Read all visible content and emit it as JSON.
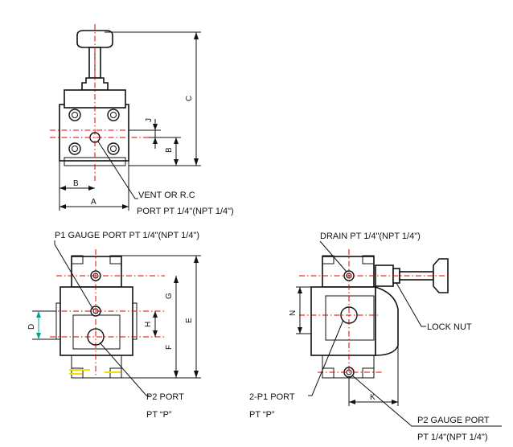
{
  "labels": {
    "vent_port_line1": "VENT OR R.C",
    "vent_port_line2": "PORT PT 1/4\"(NPT 1/4\")",
    "p1_gauge_port": "P1 GAUGE   PORT   PT 1/4\"(NPT 1/4\")",
    "drain_port": "DRAIN PT 1/4\"(NPT 1/4\")",
    "lock_nut": "LOCK NUT",
    "p2_port": "P2 PORT",
    "p2_port_thread": "PT “P”",
    "two_p1_port": "2-P1 PORT",
    "two_p1_port_thread": "PT “P”",
    "p2_gauge_port": "P2 GAUGE PORT",
    "p2_gauge_port_thread": "PT 1/4\"(NPT 1/4\")"
  },
  "dimensions": {
    "top_view": {
      "C": "C",
      "J": "J",
      "B_right": "B",
      "B_bottom": "B",
      "A": "A"
    },
    "front_view": {
      "G": "G",
      "H": "H",
      "F": "F",
      "E": "E",
      "D": "D"
    },
    "side_view": {
      "N": "N",
      "K": "K"
    }
  },
  "colors": {
    "line": "#111111",
    "centerline": "#e00000",
    "dim_d_arrow": "#00a0a0",
    "highlight": "#f0e000"
  }
}
